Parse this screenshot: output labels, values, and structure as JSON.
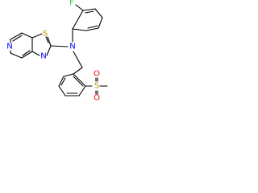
{
  "molecule": {
    "atoms": {
      "fluorine": "F",
      "amine_nitrogen": "N",
      "thiazole_sulfur": "S",
      "thiazole_nitrogen": "N",
      "pyridine_nitrogen": "N",
      "sulfone_sulfur": "S",
      "sulfone_oxygen_upper": "O",
      "sulfone_oxygen_lower": "O"
    },
    "colors": {
      "bond": "#000000",
      "nitrogen": "#0000ff",
      "sulfur": "#b8a000",
      "oxygen": "#ff0000",
      "fluorine": "#33cc33"
    }
  }
}
